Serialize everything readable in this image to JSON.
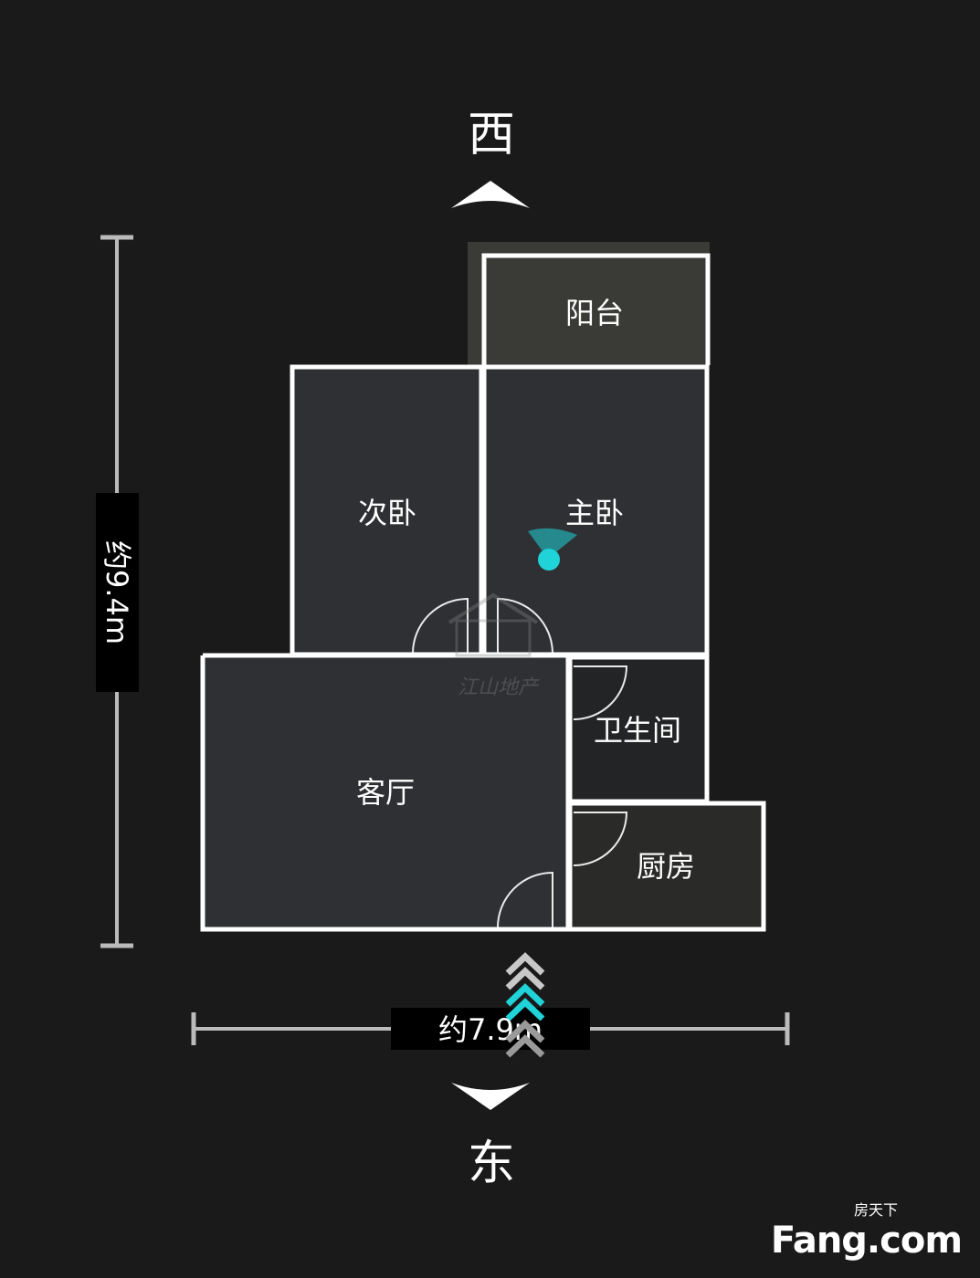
{
  "directions": {
    "top": "西",
    "bottom": "东"
  },
  "dimensions": {
    "height": "约9.4m",
    "width": "约7.9m"
  },
  "rooms": {
    "balcony": "阳台",
    "second_bedroom": "次卧",
    "master_bedroom": "主卧",
    "bathroom": "卫生间",
    "living_room": "客厅",
    "kitchen": "厨房"
  },
  "watermark": {
    "text": "江山地产"
  },
  "branding": {
    "cn": "房天下",
    "en": "Fang.com"
  },
  "colors": {
    "background": "#1a1a1a",
    "wall": "#ffffff",
    "room": "#2e3033",
    "marker": "#1fd3d9"
  }
}
